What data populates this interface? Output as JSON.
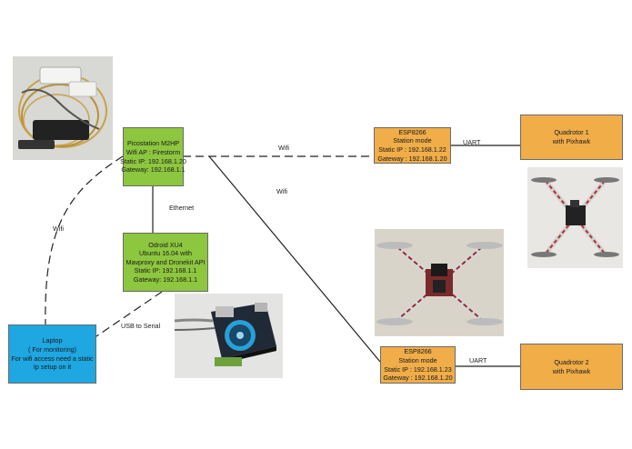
{
  "nodes": {
    "picostation": {
      "line1": "Picostation M2HP",
      "line2": "Wifi AP : Firestorm",
      "line3": "Static IP: 192.168.1.20",
      "line4": "Gateway: 192.168.1.1"
    },
    "odroid": {
      "line1": "Odroid XU4",
      "line2": "Ubuntu 16.04 with",
      "line3": "Mavproxy and Dronekit API",
      "line4": "Static IP: 192.168.1.1",
      "line5": "Gateway: 192.168.1.1"
    },
    "laptop": {
      "line1": "Laptop",
      "line2": "( For monitoring)",
      "line3": "For wifi access need a static",
      "line4": "Ip setup on it"
    },
    "esp1": {
      "line1": "ESP8266",
      "line2": "Station mode",
      "line3": "Static IP : 192.168.1.22",
      "line4": "Gateway : 192.168.1.20"
    },
    "esp2": {
      "line1": "ESP8266",
      "line2": "Station mode",
      "line3": "Static IP : 192.168.1.23",
      "line4": "Gateway : 192.168.1.20"
    },
    "quad1": {
      "line1": "Quadrotor 1",
      "line2": "with Pixhawk"
    },
    "quad2": {
      "line1": "Quadrotor 2",
      "line2": "with Pixhawk"
    }
  },
  "links": {
    "wifi_esp1": "Wifi",
    "wifi_esp2": "Wifi",
    "wifi_laptop": "Wifi",
    "ethernet": "Ethernet",
    "usb_serial": "USB to Serial",
    "uart1": "UART",
    "uart2": "UART"
  },
  "colors": {
    "green": "#8dc63f",
    "orange": "#f0ad48",
    "blue": "#1ea7e1"
  },
  "photos": [
    "picostation-photo",
    "odroid-board-photo",
    "quadrotor-photo-small",
    "quadrotor-photo-large"
  ]
}
